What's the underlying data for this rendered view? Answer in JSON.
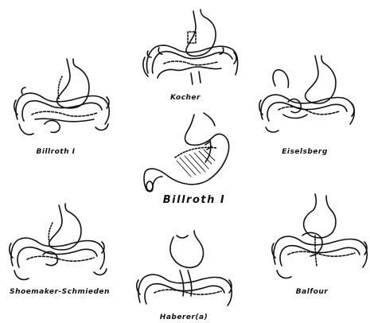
{
  "figure": {
    "center_caption": "Billroth I",
    "captions": {
      "kocher": "Kocher",
      "billroth_left": "Billroth I",
      "eiselsberg": "Eiselsberg",
      "shoemaker": "Shoemaker-Schmieden",
      "haberer": "Haberer(a)",
      "balfour": "Balfour"
    }
  }
}
